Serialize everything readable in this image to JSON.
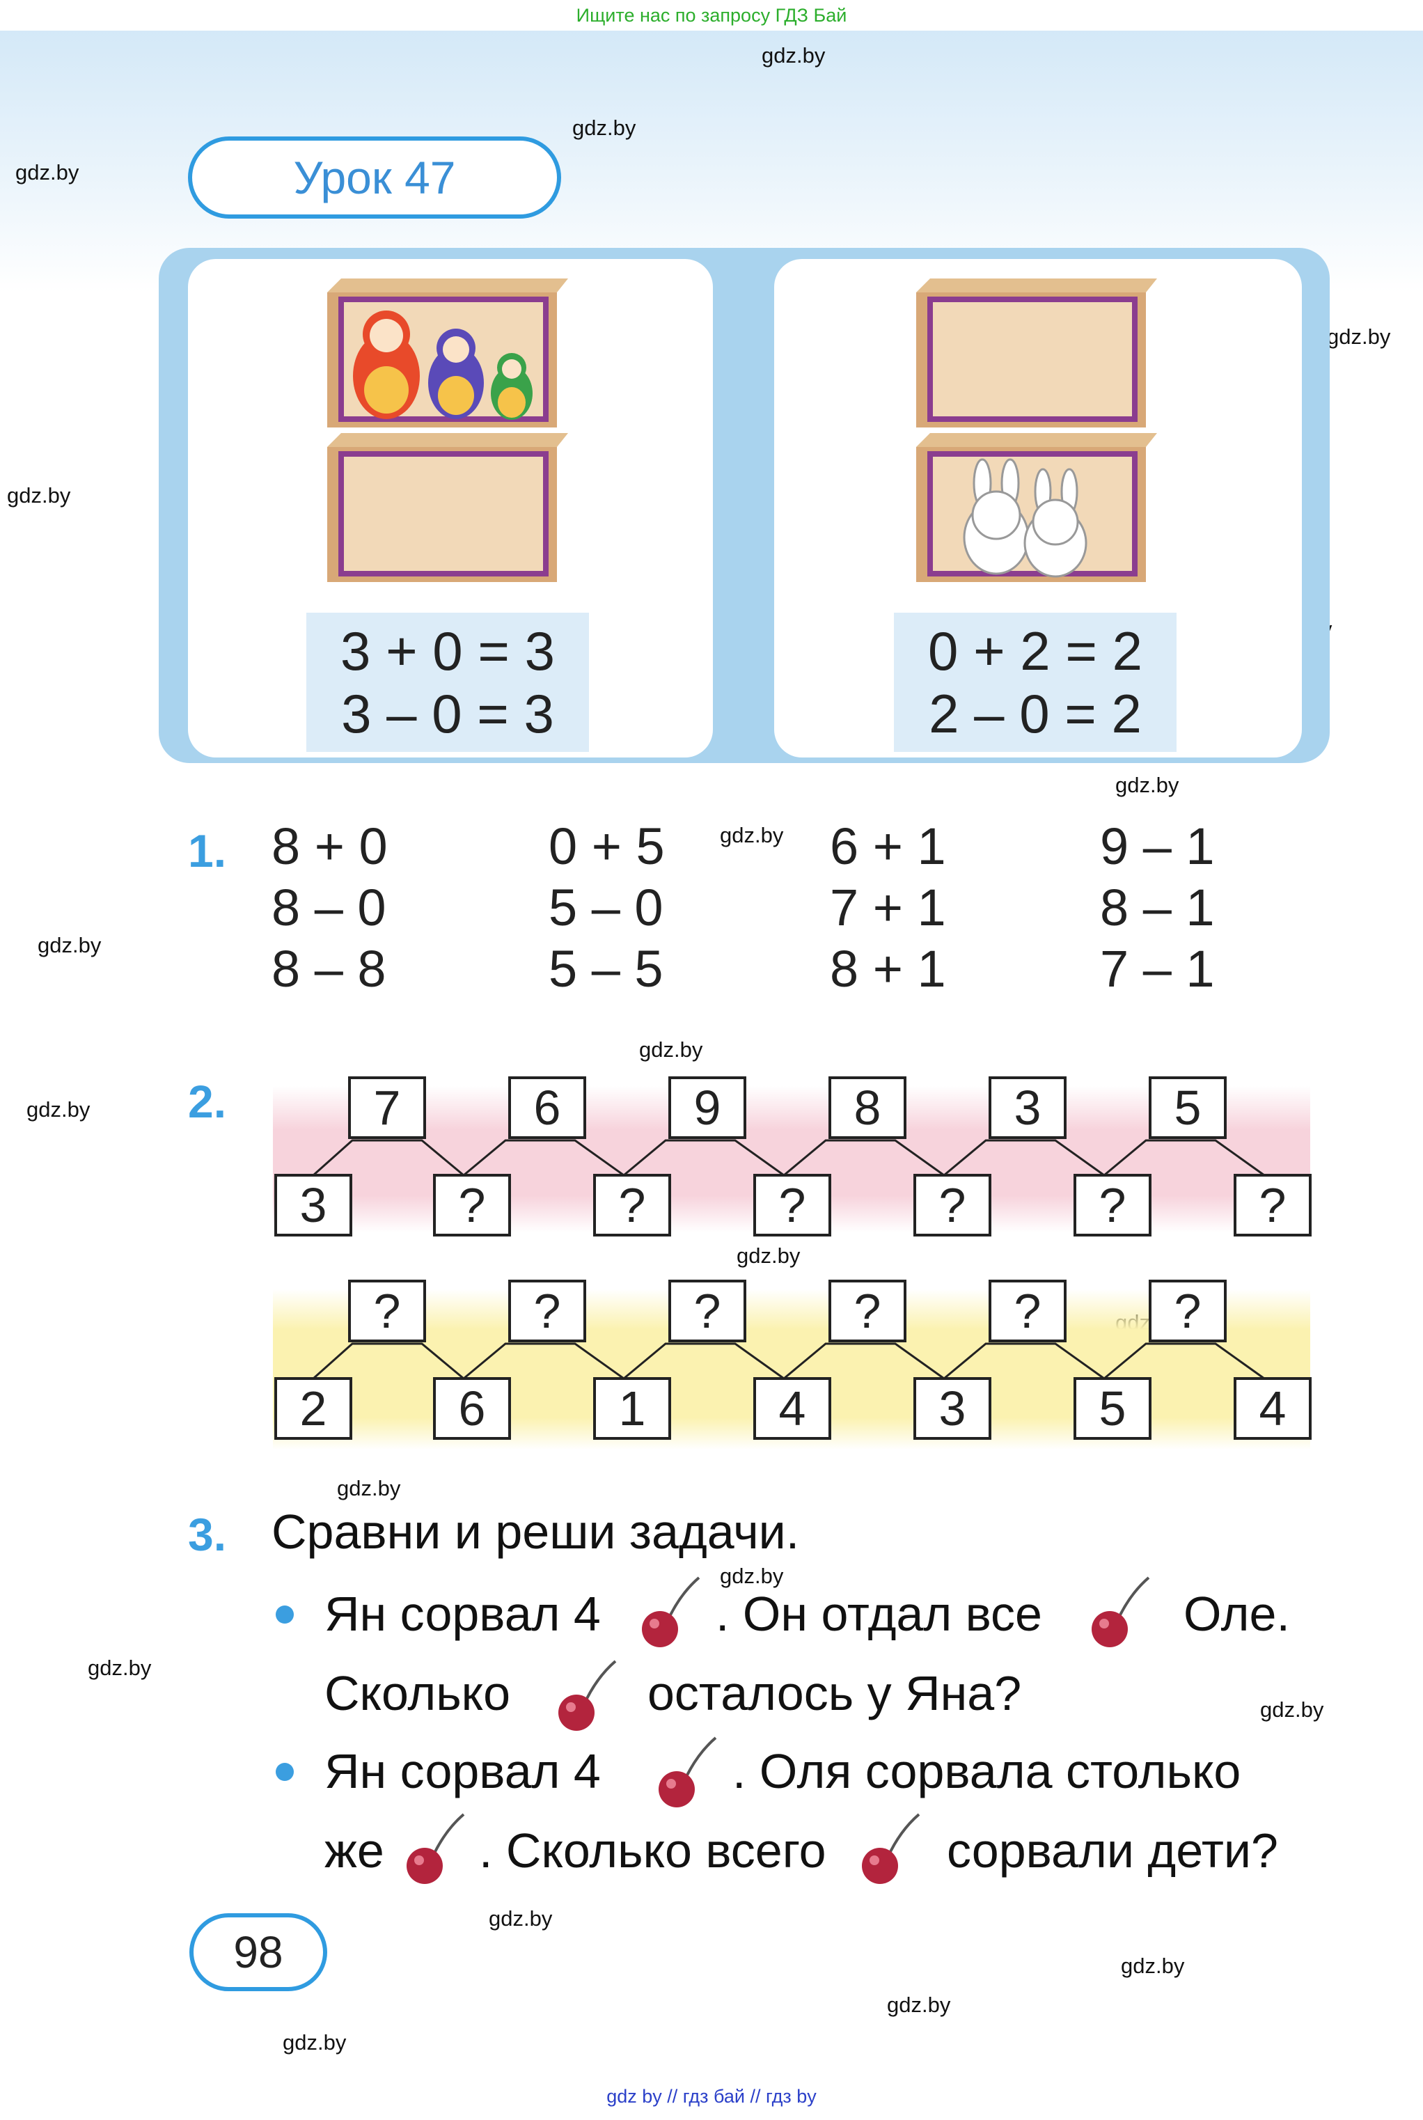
{
  "top_banner": "Ищите нас по запросу ГДЗ Бай",
  "watermark": "gdz.by",
  "lesson_title": "Урок 47",
  "intro": {
    "left_equations": [
      "3 + 0 = 3",
      "3 – 0 = 3"
    ],
    "right_equations": [
      "0 + 2 = 2",
      "2 – 0 = 2"
    ]
  },
  "task1": {
    "number": "1.",
    "columns": [
      [
        "8 + 0",
        "8 – 0",
        "8 – 8"
      ],
      [
        "0 + 5",
        "5 – 0",
        "5 – 5"
      ],
      [
        "6 + 1",
        "7 + 1",
        "8 + 1"
      ],
      [
        "9 – 1",
        "8 – 1",
        "7 – 1"
      ]
    ]
  },
  "task2": {
    "number": "2.",
    "row1_top": [
      "7",
      "6",
      "9",
      "8",
      "3",
      "5"
    ],
    "row1_bottom": [
      "3",
      "?",
      "?",
      "?",
      "?",
      "?",
      "?"
    ],
    "row2_top": [
      "?",
      "?",
      "?",
      "?",
      "?",
      "?"
    ],
    "row2_bottom": [
      "2",
      "6",
      "1",
      "4",
      "3",
      "5",
      "4"
    ]
  },
  "task3": {
    "number": "3.",
    "title": "Сравни и реши задачи.",
    "p1_l1_a": "Ян сорвал 4",
    "p1_l1_b": ". Он отдал все",
    "p1_l1_c": "Оле.",
    "p1_l2_a": "Сколько",
    "p1_l2_b": "осталось у Яна?",
    "p2_l1_a": "Ян сорвал 4",
    "p2_l1_b": ". Оля сорвала столько",
    "p2_l2_a": "же",
    "p2_l2_b": ". Сколько всего",
    "p2_l2_c": "сорвали дети?"
  },
  "page_number": "98",
  "bottom_links": "gdz by  //  гдз бай  //  гдз by",
  "colors": {
    "accent_blue": "#2f9be0",
    "banner_green": "#2cae2c",
    "link_blue": "#2b40c9"
  }
}
